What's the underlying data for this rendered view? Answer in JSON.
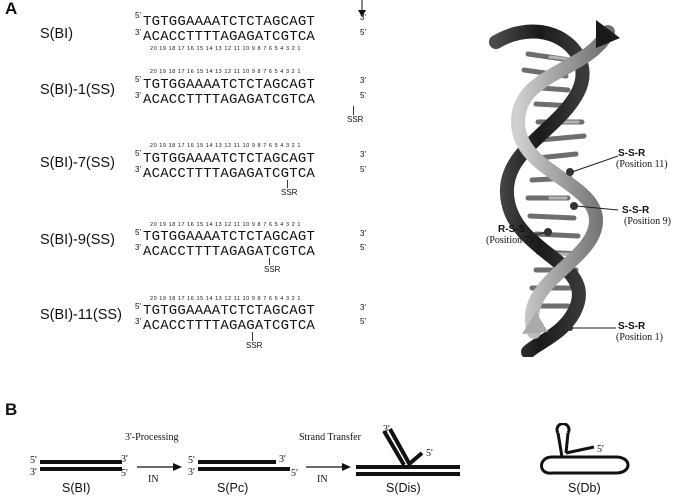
{
  "panel_a": {
    "letter": "A",
    "rows": [
      {
        "label": "S(BI)",
        "nums": "20 19 18 17 16 15 14 13 12 11 10  9  8  7  6  5  4  3  2  1",
        "ssr": ""
      },
      {
        "label": "S(BI)-1(SS)",
        "nums": "20 19 18 17 16 15 14 13 12 11 10  9  8  7  6  5  4  3  2  1",
        "ssr": "SSR"
      },
      {
        "label": "S(BI)-7(SS)",
        "nums": "20 19 18 17 16 15 14 13 12 11 10  9  8  7  6  5  4  3  2  1",
        "ssr": "SSR"
      },
      {
        "label": "S(BI)-9(SS)",
        "nums": "20 19 18 17 16 15 14 13 12 11 10  9  8  7  6  5  4  3  2  1",
        "ssr": "SSR"
      },
      {
        "label": "S(BI)-11(SS)",
        "nums": "20 19 18 17 16 15 14 13 12 11 10  9  8  7  6  5  4  3  2  1",
        "ssr": "SSR"
      }
    ],
    "top_strand": "TGTGGAAAATCTCTAGCAGT",
    "bottom_strand": "ACACCTTTTAGAGATCGTCA",
    "five_prime": "5'",
    "three_prime": "3'",
    "helix_labels": [
      {
        "text": "S-S-R",
        "sub": "(Position 11)"
      },
      {
        "text": "S-S-R",
        "sub": "(Position 9)"
      },
      {
        "text": "R-S-S",
        "sub": "(Position 7)"
      },
      {
        "text": "S-S-R",
        "sub": "(Position 1)"
      }
    ]
  },
  "panel_b": {
    "letter": "B",
    "step1": "3'-Processing",
    "step2": "Strand Transfer",
    "enzyme": "IN",
    "substrates": [
      "S(BI)",
      "S(Pc)",
      "S(Dis)",
      "S(Db)"
    ],
    "five_prime": "5'",
    "three_prime": "3'"
  }
}
